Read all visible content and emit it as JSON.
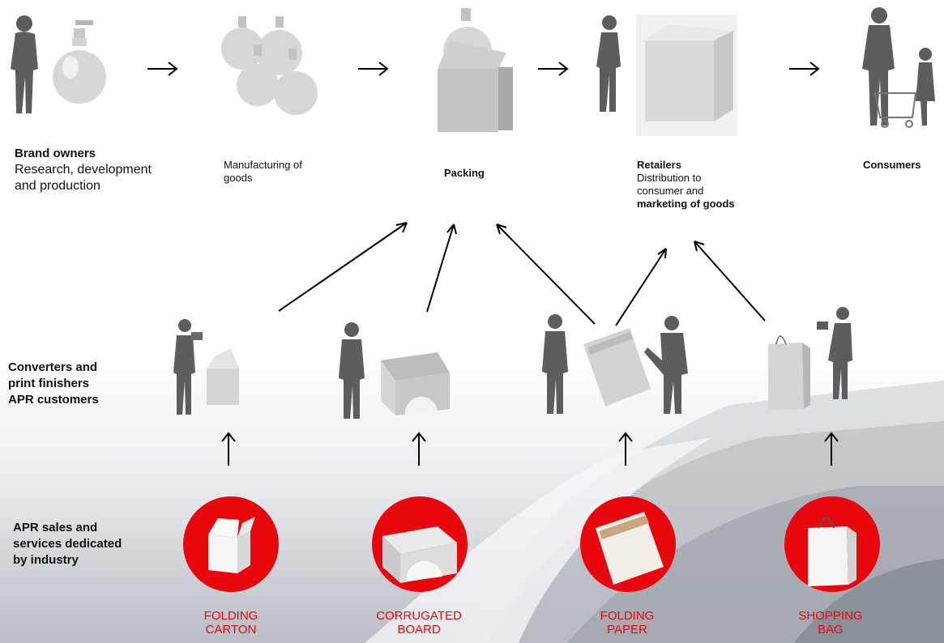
{
  "stages": [
    {
      "title": "Brand owners",
      "desc": "Research, development and production"
    },
    {
      "title": "",
      "desc": "Manufacturing of goods"
    },
    {
      "title": "Packing",
      "desc": ""
    },
    {
      "title": "Retailers",
      "desc_line1": "Distribution to",
      "desc_line2": "consumer and",
      "desc_bold": "marketing of goods"
    },
    {
      "title": "Consumers",
      "desc": ""
    }
  ],
  "rows": {
    "converters_line1": "Converters and",
    "converters_line2": "print finishers",
    "converters_line3": "APR customers",
    "sales_line1": "APR sales and",
    "sales_line2": "services dedicated",
    "sales_line3": "by industry"
  },
  "categories": [
    {
      "line1": "FOLDING",
      "line2": "CARTON"
    },
    {
      "line1": "CORRUGATED",
      "line2": "BOARD"
    },
    {
      "line1": "FOLDING",
      "line2": "PAPER"
    },
    {
      "line1": "SHOPPING",
      "line2": "BAG"
    }
  ],
  "colors": {
    "accent": "#e8070d",
    "silhouette": "#5d5d5d",
    "text": "#111111"
  }
}
